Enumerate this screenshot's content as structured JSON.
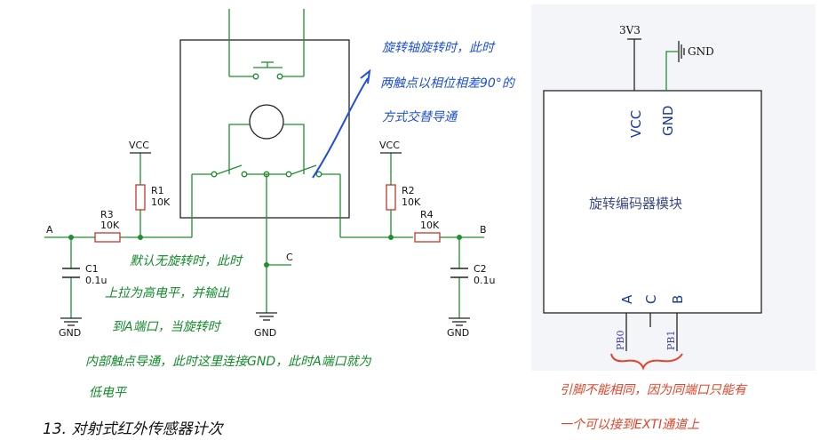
{
  "schematic": {
    "vcc_left": "VCC",
    "vcc_right": "VCC",
    "gnd_c1": "GND",
    "gnd_mid": "GND",
    "gnd_c2": "GND",
    "node_a": "A",
    "node_b": "B",
    "node_c": "C",
    "r1_name": "R1",
    "r1_value": "10K",
    "r2_name": "R2",
    "r2_value": "10K",
    "r3_name": "R3",
    "r3_value": "10K",
    "r4_name": "R4",
    "r4_value": "10K",
    "c1_name": "C1",
    "c1_value": "0.1u",
    "c2_name": "C2",
    "c2_value": "0.1u"
  },
  "module": {
    "supply": "3V3",
    "gnd_label": "GND",
    "pin_vcc": "VCC",
    "pin_gnd": "GND",
    "title": "旋转编码器模块",
    "pin_a": "A",
    "pin_c": "C",
    "pin_b": "B",
    "pb0": "PB0",
    "pb1": "PB1"
  },
  "annotations": {
    "blue_note": [
      "旋转轴旋转时，此时",
      "两触点以相位相差90°的",
      "方式交替导通"
    ],
    "green_note": [
      "默认无旋转时，此时",
      "上拉为高电平，并输出",
      "到A端口，当旋转时",
      "内部触点导通，此时这里连接GND，此时A端口就为",
      "低电平"
    ],
    "red_note": [
      "引脚不能相同，因为同端口只能有",
      "一个可以接到EXTI通道上"
    ],
    "heading": "13. 对射式红外传感器计次"
  },
  "colors": {
    "green_wire": "#1f8f2f",
    "schematic": "#222222",
    "resistor": "#c0392b",
    "module_pin": "#1a3a9a",
    "note_blue": "#1d4fd8",
    "note_green": "#128a2a",
    "note_red": "#e0442a"
  }
}
